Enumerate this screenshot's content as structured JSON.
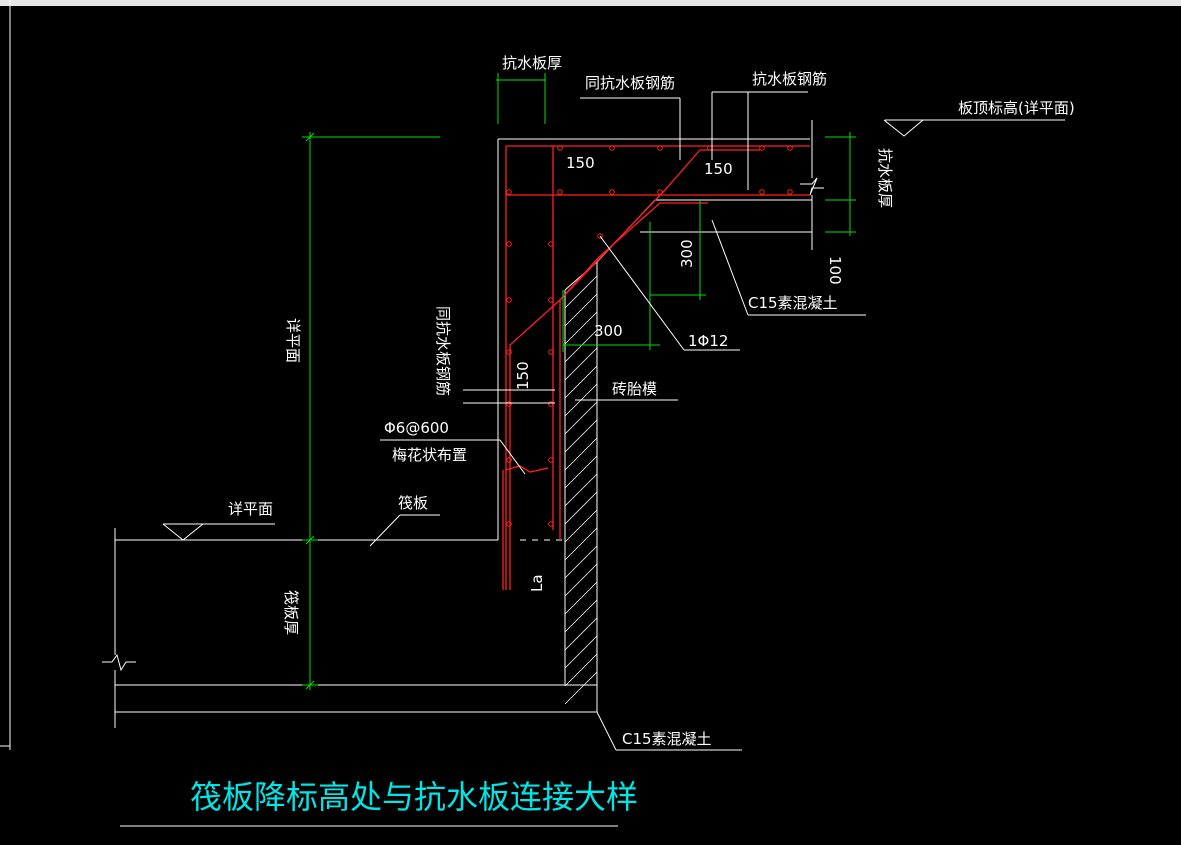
{
  "colors": {
    "background": "#000000",
    "linework": "#ffffff",
    "dimension": "#00e000",
    "rebar": "#ff2020",
    "title": "#00e5e5"
  },
  "labels": {
    "kangshui_thick_top": "抗水板厚",
    "same_rebar_top": "同抗水板钢筋",
    "kangshui_rebar": "抗水板钢筋",
    "slab_top_elev": "板顶标高(详平面)",
    "kangshui_thick_right": "抗水板厚",
    "dim_100": "100",
    "dim_150_a": "150",
    "dim_150_b": "150",
    "dim_150_c": "150",
    "dim_300_v": "300",
    "dim_300_h": "300",
    "c15_upper": "C15素混凝土",
    "rebar_1phi12": "1Φ12",
    "same_rebar_left": "同抗水板钢筋",
    "brick_mold": "砖胎模",
    "tie_bar": "Φ6@600",
    "tie_layout": "梅花状布置",
    "detail_plan_left": "详平面",
    "raft_label": "筏板",
    "detail_plan_vertical": "详平面",
    "raft_thick": "筏板厚",
    "anchor_la": "La",
    "c15_lower": "C15素混凝土",
    "title": "筏板降标高处与抗水板连接大样"
  }
}
